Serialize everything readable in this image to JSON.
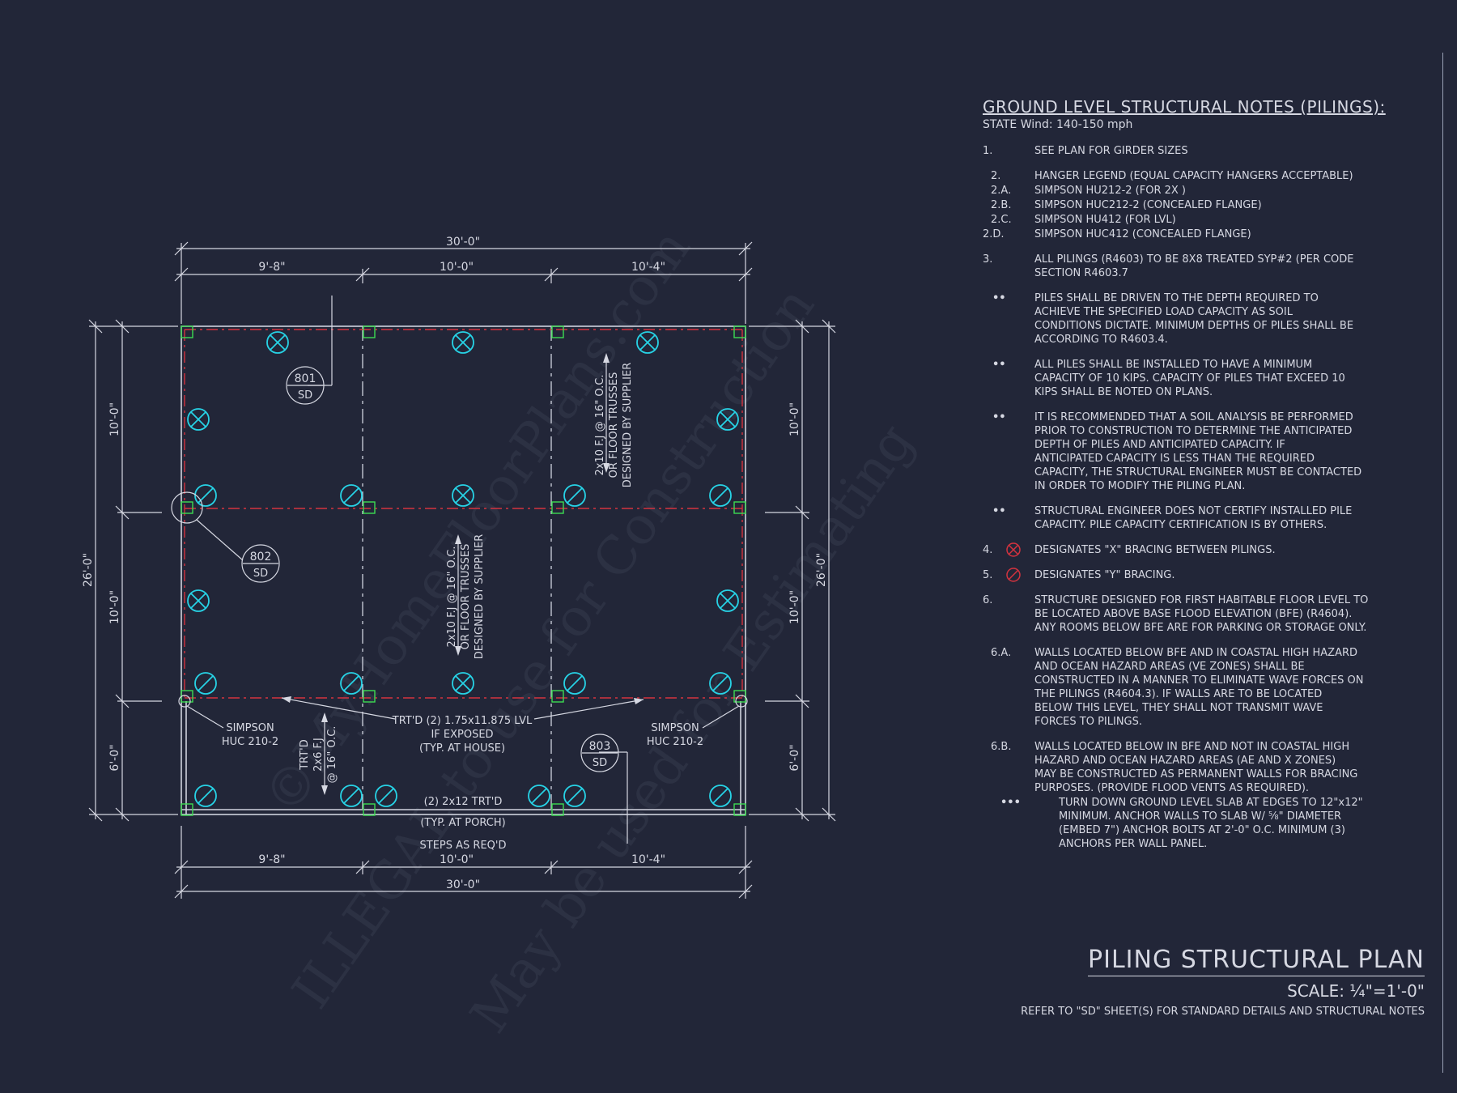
{
  "notes": {
    "heading": "GROUND LEVEL STRUCTURAL NOTES (PILINGS):",
    "subheading": "STATE Wind: 140-150 mph",
    "items": [
      {
        "num": "1.",
        "text": "SEE PLAN FOR GIRDER SIZES",
        "cls": ""
      },
      {
        "num": "2.",
        "text": "HANGER LEGEND (EQUAL CAPACITY HANGERS ACCEPTABLE)",
        "cls": "ssub"
      },
      {
        "num": "2.A.",
        "text": "SIMPSON HU212-2 (FOR 2X )",
        "cls": "ssub"
      },
      {
        "num": "2.B.",
        "text": "SIMPSON HUC212-2 (CONCEALED FLANGE)",
        "cls": "ssub"
      },
      {
        "num": "2.C.",
        "text": "SIMPSON HU412 (FOR LVL)",
        "cls": "ssub"
      },
      {
        "num": "2.D.",
        "text": "SIMPSON HUC412 (CONCEALED FLANGE)",
        "cls": ""
      },
      {
        "num": "3.",
        "text": "ALL PILINGS (R4603) TO BE 8X8 TREATED SYP#2 (PER CODE\nSECTION R4603.7",
        "cls": ""
      },
      {
        "num": "••",
        "text": "PILES SHALL BE DRIVEN TO THE DEPTH REQUIRED TO\nACHIEVE THE SPECIFIED LOAD CAPACITY AS SOIL\nCONDITIONS DICTATE. MINIMUM DEPTHS OF PILES SHALL BE\nACCORDING TO R4603.4.",
        "cls": "bul"
      },
      {
        "num": "••",
        "text": "ALL PILES SHALL BE INSTALLED TO HAVE A MINIMUM\nCAPACITY OF 10 KIPS. CAPACITY OF PILES THAT EXCEED 10\nKIPS SHALL BE NOTED ON PLANS.",
        "cls": "bul"
      },
      {
        "num": "••",
        "text": "IT IS RECOMMENDED THAT A SOIL ANALYSIS BE PERFORMED\nPRIOR TO CONSTRUCTION TO DETERMINE THE ANTICIPATED\nDEPTH OF PILES AND ANTICIPATED CAPACITY. IF\nANTICIPATED CAPACITY IS LESS THAN THE REQUIRED\nCAPACITY, THE STRUCTURAL ENGINEER MUST BE CONTACTED\nIN ORDER TO MODIFY THE PILING PLAN.",
        "cls": "bul"
      },
      {
        "num": "••",
        "text": "STRUCTURAL ENGINEER DOES NOT CERTIFY INSTALLED PILE\nCAPACITY. PILE CAPACITY CERTIFICATION IS BY OTHERS.",
        "cls": "bul"
      },
      {
        "num": "4.",
        "text": "DESIGNATES \"X\" BRACING BETWEEN PILINGS.",
        "cls": "symx"
      },
      {
        "num": "5.",
        "text": "DESIGNATES \"Y\" BRACING.",
        "cls": "symy"
      },
      {
        "num": "6.",
        "text": "STRUCTURE DESIGNED FOR FIRST HABITABLE FLOOR LEVEL TO\nBE LOCATED ABOVE BASE FLOOD ELEVATION (BFE) (R4604).\nANY ROOMS BELOW BFE ARE FOR PARKING OR STORAGE ONLY.",
        "cls": ""
      },
      {
        "num": "6.A.",
        "text": "WALLS LOCATED BELOW BFE AND IN COASTAL HIGH HAZARD\nAND OCEAN HAZARD AREAS (VE ZONES) SHALL BE\nCONSTRUCTED IN A MANNER TO ELIMINATE WAVE FORCES ON\nTHE PILINGS (R4604.3). IF WALLS ARE TO BE LOCATED\nBELOW THIS LEVEL, THEY SHALL NOT TRANSMIT WAVE\nFORCES TO  PILINGS.",
        "cls": "lvl2"
      },
      {
        "num": "6.B.",
        "text": "WALLS LOCATED BELOW IN BFE AND NOT IN COASTAL HIGH\nHAZARD AND OCEAN HAZARD AREAS (AE AND X ZONES)\nMAY BE CONSTRUCTED AS PERMANENT WALLS FOR BRACING\nPURPOSES. (PROVIDE FLOOD VENTS AS REQUIRED).",
        "cls": "lvl2 tight"
      },
      {
        "num": "•••",
        "text": "TURN DOWN GROUND LEVEL SLAB AT EDGES TO 12\"x12\"\nMINIMUM. ANCHOR WALLS TO SLAB W/ ⅝\" DIAMETER\n(EMBED 7\") ANCHOR BOLTS AT 2'-0\" O.C. MINIMUM (3)\nANCHORS PER WALL PANEL.",
        "cls": "bul3"
      }
    ]
  },
  "title_block": {
    "title": "PILING STRUCTURAL PLAN",
    "scale": "SCALE: ¼\"=1'-0\"",
    "reference": "REFER TO \"SD\" SHEET(S) FOR STANDARD DETAILS AND STRUCTURAL NOTES"
  },
  "plan": {
    "dims": {
      "top_overall": "30'-0\"",
      "top_seg1": "9'-8\"",
      "top_seg2": "10'-0\"",
      "top_seg3": "10'-4\"",
      "bottom_seg1": "9'-8\"",
      "bottom_seg2": "10'-0\"",
      "bottom_seg3": "10'-4\"",
      "bottom_overall": "30'-0\"",
      "left_overall": "26'-0\"",
      "left_seg1": "10'-0\"",
      "left_seg2": "10'-0\"",
      "left_seg3": "6'-0\"",
      "right_overall": "26'-0\"",
      "right_seg1": "10'-0\"",
      "right_seg2": "10'-0\"",
      "right_seg3": "6'-0\""
    },
    "callouts": [
      {
        "num": "801",
        "sheet": "SD"
      },
      {
        "num": "802",
        "sheet": "SD"
      },
      {
        "num": "803",
        "sheet": "SD"
      }
    ],
    "labels": {
      "joist_center": [
        "2x10 F.J @ 16\" O.C.",
        "OR FLOOR TRUSSES",
        "DESIGNED BY SUPPLIER"
      ],
      "joist_right": [
        "2x10 F.J @ 16\" O.C.",
        "OR FLOOR TRUSSES",
        "DESIGNED BY SUPPLIER"
      ],
      "lvl": [
        "TRT'D (2) 1.75x11.875 LVL",
        "IF EXPOSED",
        "(TYP. AT HOUSE)"
      ],
      "hanger_left": [
        "SIMPSON",
        "HUC 210-2"
      ],
      "hanger_right": [
        "SIMPSON",
        "HUC 210-2"
      ],
      "porch_joist": [
        "TRT'D",
        "2x6 F.J",
        "@ 16\" O.C."
      ],
      "porch_beam": [
        "(2) 2x12 TRT'D",
        "(TYP. AT PORCH)"
      ],
      "steps": "STEPS AS REQ'D"
    }
  },
  "watermark": [
    "©MyHomeFloorPlans.com",
    "ILLEGAL to use for Construction",
    "May be used for Estimating"
  ],
  "colors": {
    "background": "#222638",
    "line": "#d6d8e2",
    "beam": "#d4333f",
    "post": "#3ddc52",
    "pile": "#27d3e6"
  }
}
